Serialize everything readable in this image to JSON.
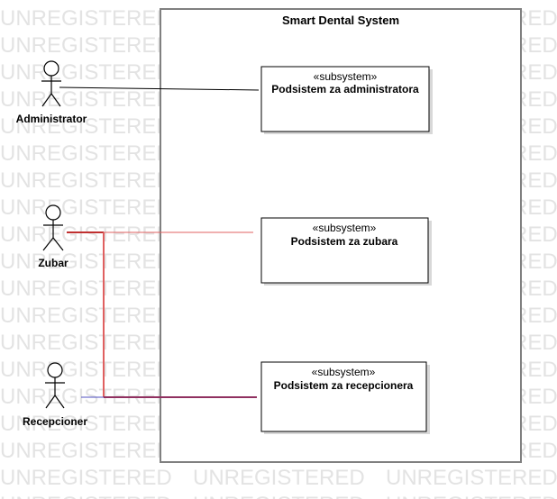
{
  "watermark": "UNREGISTERED",
  "system": {
    "title": "Smart Dental System"
  },
  "actors": [
    {
      "id": "administrator",
      "label": "Administrator"
    },
    {
      "id": "zubar",
      "label": "Zubar"
    },
    {
      "id": "recepcioner",
      "label": "Recepcioner"
    }
  ],
  "subsystems": [
    {
      "id": "admin",
      "stereotype": "«subsystem»",
      "name": "Podsistem za administratora"
    },
    {
      "id": "zubar",
      "stereotype": "«subsystem»",
      "name": "Podsistem za zubara"
    },
    {
      "id": "recepcioner",
      "stereotype": "«subsystem»",
      "name": "Podsistem za recepcionera"
    }
  ],
  "colors": {
    "association_default": "#000000",
    "association_zubar": "#e06060",
    "association_zubar_dark": "#c03030",
    "association_recepcioner": "#5050c0",
    "association_recepcioner_mixed": "#903060",
    "watermark": "#e3e3e3"
  }
}
